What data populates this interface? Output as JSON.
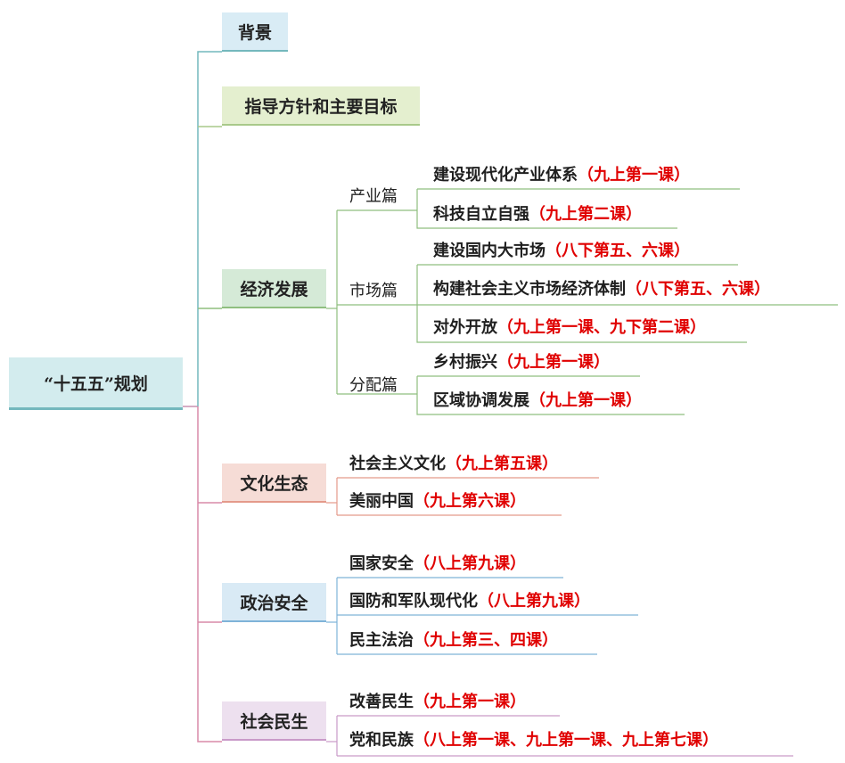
{
  "root": {
    "label": "“十五五”规划"
  },
  "sections": {
    "background": {
      "label": "背景"
    },
    "guidelines": {
      "label": "指导方针和主要目标"
    },
    "economy": {
      "label": "经济发展",
      "groups": {
        "industry": {
          "label": "产业篇",
          "items": [
            {
              "text": "建设现代化产业体系",
              "ref": "（九上第一课）"
            },
            {
              "text": "科技自立自强",
              "ref": "（九上第二课）"
            }
          ]
        },
        "market": {
          "label": "市场篇",
          "items": [
            {
              "text": "建设国内大市场",
              "ref": "（八下第五、六课）"
            },
            {
              "text": "构建社会主义市场经济体制",
              "ref": "（八下第五、六课）"
            },
            {
              "text": "对外开放",
              "ref": "（九上第一课、九下第二课）"
            }
          ]
        },
        "distribution": {
          "label": "分配篇",
          "items": [
            {
              "text": "乡村振兴",
              "ref": "（九上第一课）"
            },
            {
              "text": "区域协调发展",
              "ref": "（九上第一课）"
            }
          ]
        }
      }
    },
    "culture": {
      "label": "文化生态",
      "items": [
        {
          "text": "社会主义文化",
          "ref": "（九上第五课）"
        },
        {
          "text": "美丽中国",
          "ref": "（九上第六课）"
        }
      ]
    },
    "politics": {
      "label": "政治安全",
      "items": [
        {
          "text": "国家安全",
          "ref": "（八上第九课）"
        },
        {
          "text": "国防和军队现代化",
          "ref": "（八上第九课）"
        },
        {
          "text": "民主法治",
          "ref": "（九上第三、四课）"
        }
      ]
    },
    "society": {
      "label": "社会民生",
      "items": [
        {
          "text": "改善民生",
          "ref": "（九上第一课）"
        },
        {
          "text": "党和民族",
          "ref": "（八上第一课、九上第一课、九上第七课）"
        }
      ]
    }
  },
  "colors": {
    "teal": "#74b8bd",
    "green": "#8fbf7f",
    "red_accent": "#e00000",
    "pink": "#d98aa8",
    "blue": "#7fb3d8",
    "peach": "#e49a8a"
  }
}
